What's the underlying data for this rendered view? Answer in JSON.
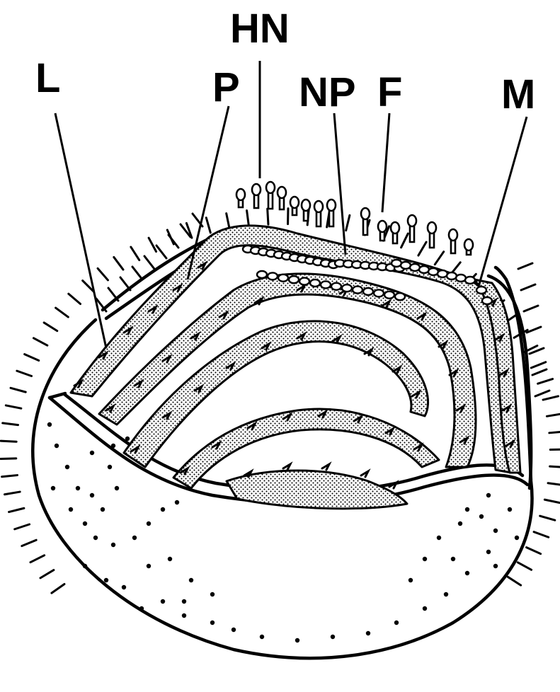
{
  "labels": {
    "L": "L",
    "P": "P",
    "HN": "HN",
    "NP": "NP",
    "F": "F",
    "M": "M"
  },
  "colors": {
    "ink": "#000000",
    "stipple": "#000000",
    "background": "#ffffff"
  }
}
